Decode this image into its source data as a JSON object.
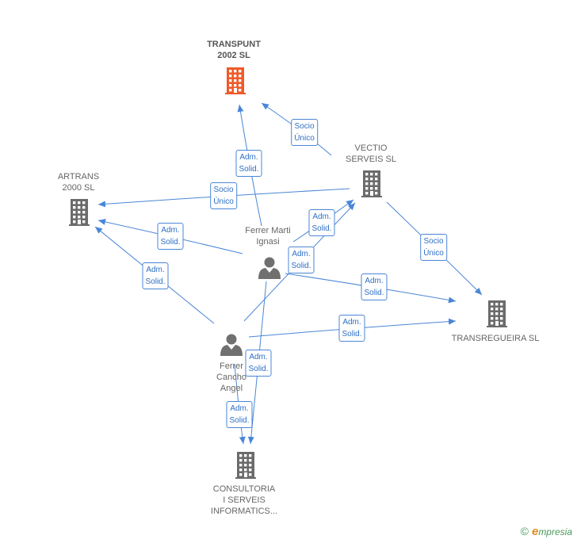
{
  "colors": {
    "edge": "#4a86d6",
    "company": "#6b6b6b",
    "focus": "#f05a28",
    "person": "#707070"
  },
  "nodes": [
    {
      "id": "transpunt",
      "type": "company",
      "focus": true,
      "label": [
        "TRANSPUNT",
        "2002 SL"
      ]
    },
    {
      "id": "vectio",
      "type": "company",
      "focus": false,
      "label": [
        "VECTIO",
        "SERVEIS SL"
      ]
    },
    {
      "id": "artrans",
      "type": "company",
      "focus": false,
      "label": [
        "ARTRANS",
        "2000 SL"
      ]
    },
    {
      "id": "transregueira",
      "type": "company",
      "focus": false,
      "label": [
        "TRANSREGUEIRA SL"
      ]
    },
    {
      "id": "consultoria",
      "type": "company",
      "focus": false,
      "label": [
        "CONSULTORIA",
        "I SERVEIS",
        "INFORMATICS..."
      ]
    },
    {
      "id": "ferrer_marti",
      "type": "person",
      "focus": false,
      "label": [
        "Ferrer Marti",
        "Ignasi"
      ]
    },
    {
      "id": "ferrer_cancho",
      "type": "person",
      "focus": false,
      "label": [
        "Ferrer",
        "Cancho",
        "Angel"
      ]
    }
  ],
  "edges": [
    {
      "from": "vectio",
      "to": "transpunt",
      "label": [
        "Socio",
        "Único"
      ]
    },
    {
      "from": "vectio",
      "to": "artrans",
      "label": [
        "Socio",
        "Único"
      ]
    },
    {
      "from": "vectio",
      "to": "transregueira",
      "label": [
        "Socio",
        "Único"
      ]
    },
    {
      "from": "ferrer_marti",
      "to": "transpunt",
      "label": [
        "Adm.",
        "Solid."
      ]
    },
    {
      "from": "ferrer_marti",
      "to": "artrans",
      "label": [
        "Adm.",
        "Solid."
      ]
    },
    {
      "from": "ferrer_marti",
      "to": "vectio",
      "label": [
        "Adm.",
        "Solid."
      ]
    },
    {
      "from": "ferrer_marti",
      "to": "transregueira",
      "label": [
        "Adm.",
        "Solid."
      ]
    },
    {
      "from": "ferrer_marti",
      "to": "consultoria",
      "label": [
        "Adm.",
        "Solid."
      ]
    },
    {
      "from": "ferrer_cancho",
      "to": "artrans",
      "label": [
        "Adm.",
        "Solid."
      ]
    },
    {
      "from": "ferrer_cancho",
      "to": "vectio",
      "label": [
        "Adm.",
        "Solid."
      ]
    },
    {
      "from": "ferrer_cancho",
      "to": "transregueira",
      "label": [
        "Adm.",
        "Solid."
      ]
    },
    {
      "from": "ferrer_cancho",
      "to": "consultoria",
      "label": [
        "Adm.",
        "Solid."
      ]
    }
  ],
  "footer": {
    "copyright": "©",
    "brand_initial": "e",
    "brand_rest": "mpresia"
  }
}
